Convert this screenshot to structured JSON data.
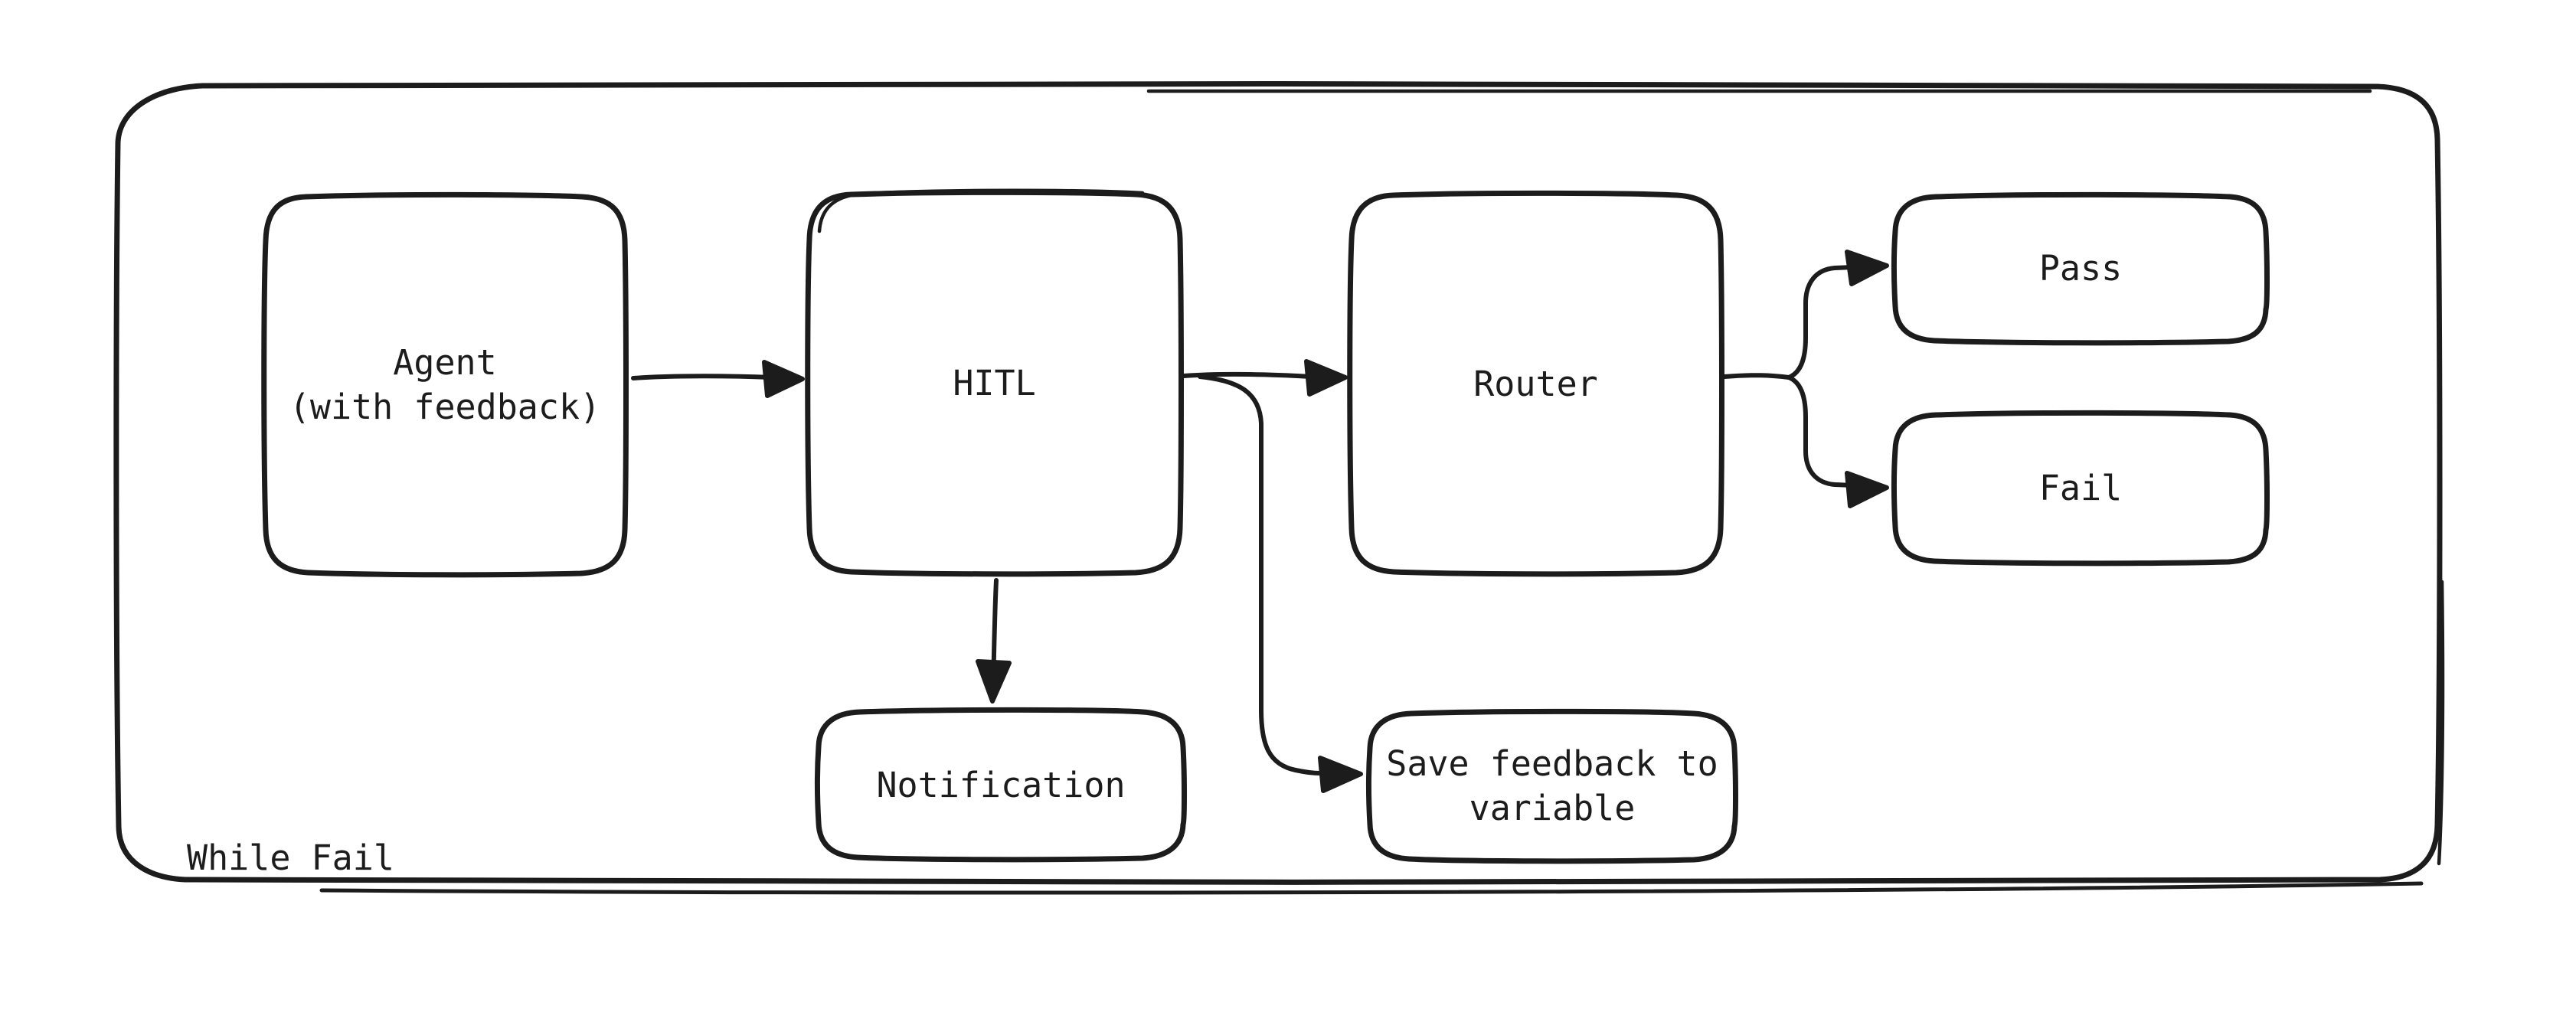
{
  "diagram": {
    "kind": "flowchart-sketch",
    "background": "#ffffff",
    "ink": "#1c1c1c",
    "loop": {
      "label": "While Fail"
    },
    "nodes": {
      "agent": {
        "line1": "Agent",
        "line2": "(with feedback)"
      },
      "hitl": {
        "label": "HITL"
      },
      "router": {
        "label": "Router"
      },
      "pass": {
        "label": "Pass"
      },
      "fail": {
        "label": "Fail"
      },
      "notification": {
        "label": "Notification"
      },
      "save_feedback": {
        "line1": "Save feedback to",
        "line2": "variable"
      }
    },
    "edges": [
      {
        "from": "agent",
        "to": "hitl"
      },
      {
        "from": "hitl",
        "to": "router"
      },
      {
        "from": "hitl",
        "to": "notification"
      },
      {
        "from": "hitl",
        "to": "save_feedback"
      },
      {
        "from": "router",
        "to": "pass"
      },
      {
        "from": "router",
        "to": "fail"
      }
    ]
  }
}
